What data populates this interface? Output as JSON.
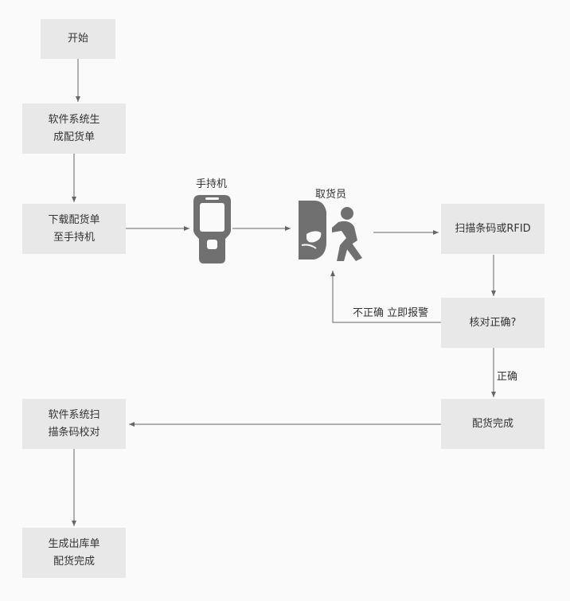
{
  "nodes": {
    "start": [
      "开始"
    ],
    "gen_order": [
      "软件系统生",
      "成配货单"
    ],
    "download": [
      "下载配货单",
      "至手持机"
    ],
    "scan": [
      "扫描条码或RFID"
    ],
    "verify": [
      "核对正确?"
    ],
    "done": [
      "配货完成"
    ],
    "sys_scan": [
      "软件系统扫",
      "描条码校对"
    ],
    "outbound": [
      "生成出库单",
      "配货完成"
    ]
  },
  "icons": {
    "handheld": {
      "label": "手持机",
      "icon": "handheld-scanner-icon"
    },
    "picker": {
      "label": "取货员",
      "icon": "picker-worker-icon"
    }
  },
  "edges": {
    "wrong_label": "不正确 立即报警",
    "correct_label": "正确"
  },
  "colors": {
    "box_fill": "#e8e8e8",
    "line": "#666666",
    "icon": "#707070"
  }
}
